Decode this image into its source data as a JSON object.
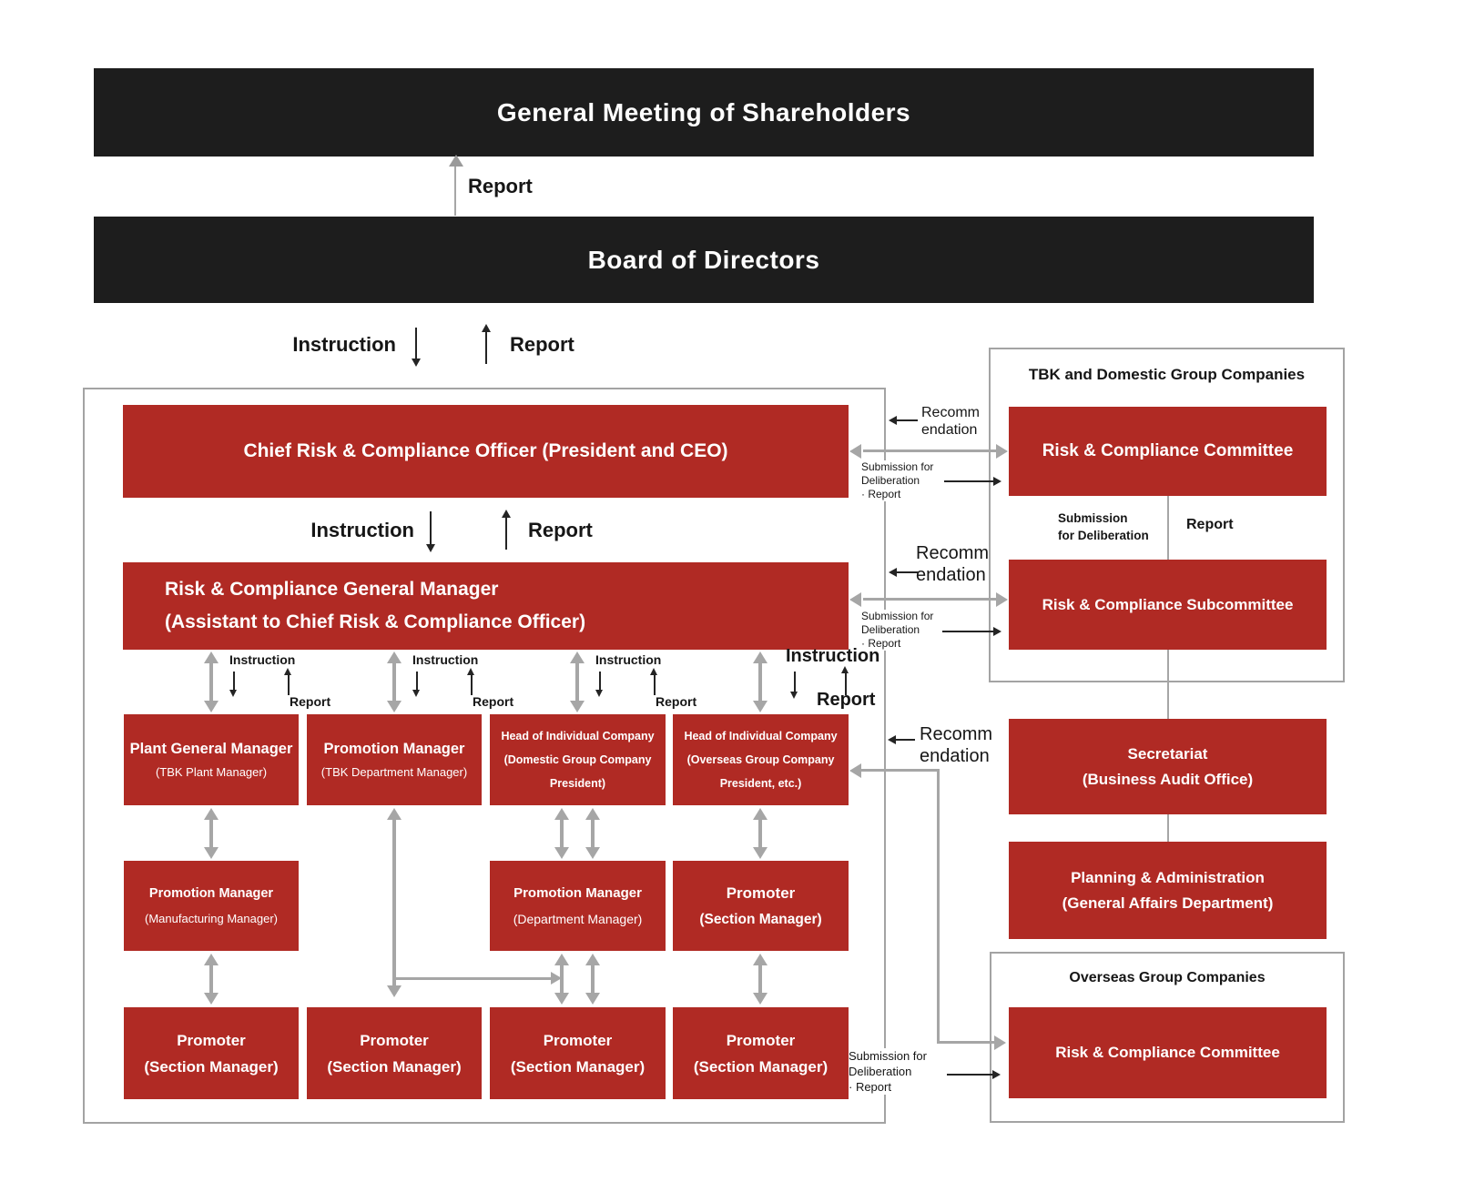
{
  "colors": {
    "red": "#b02a24",
    "bar": "#1d1d1d",
    "gray": "#a6a6a6"
  },
  "top": {
    "shareholders": "General Meeting of Shareholders",
    "board": "Board of Directors"
  },
  "labels": {
    "report": "Report",
    "instruction": "Instruction",
    "recommendation": [
      "Recomm",
      "endation"
    ],
    "submission": [
      "Submission for",
      "Deliberation",
      "· Report"
    ],
    "submission_mid": [
      "Submission",
      "for Deliberation"
    ]
  },
  "left_panel": {
    "cro": "Chief Risk & Compliance Officer (President and CEO)",
    "general_manager": [
      "Risk & Compliance General Manager",
      "(Assistant to Chief Risk & Compliance Officer)"
    ],
    "tier3": [
      [
        "Plant General Manager",
        "(TBK Plant Manager)"
      ],
      [
        "Promotion Manager",
        "(TBK Department Manager)"
      ],
      [
        "Head of Individual Company",
        "(Domestic Group Company",
        "President)"
      ],
      [
        "Head of Individual Company",
        "(Overseas Group Company",
        "President, etc.)"
      ]
    ],
    "tier4": [
      [
        "Promotion Manager",
        "(Manufacturing Manager)"
      ],
      [
        "Promotion Manager",
        "(Department Manager)"
      ],
      [
        "Promoter",
        "(Section Manager)"
      ]
    ],
    "tier5": [
      [
        "Promoter",
        "(Section Manager)"
      ],
      [
        "Promoter",
        "(Section Manager)"
      ],
      [
        "Promoter",
        "(Section Manager)"
      ],
      [
        "Promoter",
        "(Section Manager)"
      ]
    ]
  },
  "right_panel": {
    "tbk_title": "TBK and Domestic Group Companies",
    "committee": "Risk & Compliance Committee",
    "subcommittee": "Risk & Compliance Subcommittee",
    "secretariat": [
      "Secretariat",
      "(Business Audit Office)"
    ],
    "planning": [
      "Planning & Administration",
      "(General Affairs Department)"
    ],
    "overseas_title": "Overseas Group Companies",
    "overseas_committee": "Risk & Compliance Committee"
  }
}
